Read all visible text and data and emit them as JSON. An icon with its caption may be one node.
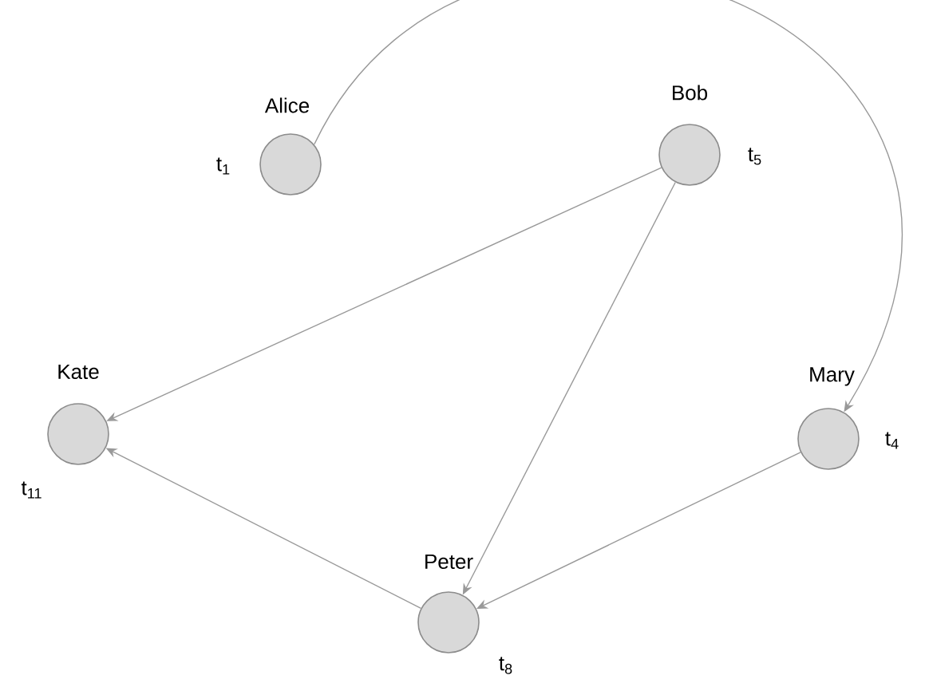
{
  "diagram": {
    "nodes": [
      {
        "text": [
          "Alice"
        ],
        "beside": [
          "t$_{1}$"
        ]
      },
      {
        "text": [
          "Bob"
        ],
        "beside": [
          "t$_{5}$"
        ]
      },
      {
        "text": [
          "Kate"
        ],
        "beside": [
          "t$_{11}$"
        ]
      },
      {
        "text": [
          "Mary"
        ],
        "beside": [
          "t$_{4}$"
        ]
      },
      {
        "text": [
          "Peter"
        ],
        "beside": [
          "t$_{8}$"
        ]
      }
    ],
    "edges": [
      {
        "from": 0,
        "to": 3,
        "arrow": "to"
      },
      {
        "from": 1,
        "to": 2,
        "arrow": "to"
      },
      {
        "from": 1,
        "to": 4,
        "arrow": "to"
      },
      {
        "from": 3,
        "to": 4,
        "arrow": "to"
      },
      {
        "from": 4,
        "to": 2,
        "arrow": "to"
      }
    ]
  }
}
